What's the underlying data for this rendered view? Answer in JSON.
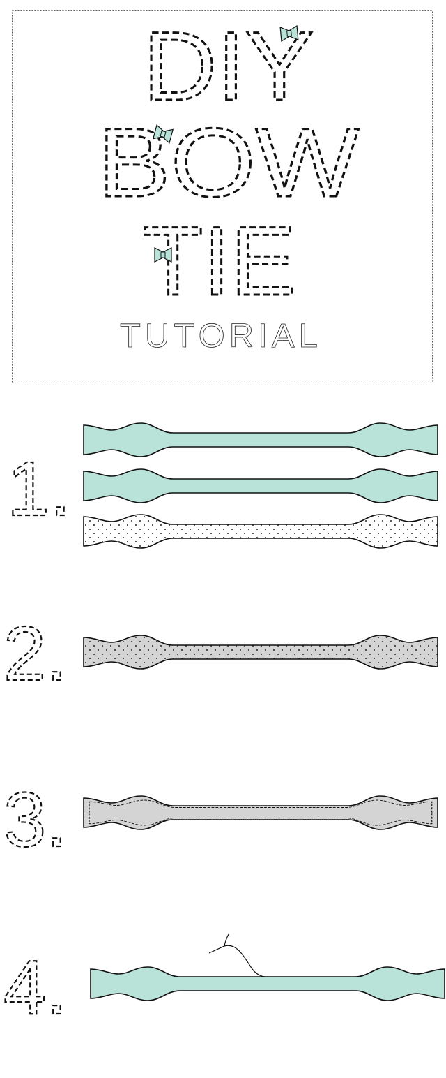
{
  "title": {
    "line1": "DIY",
    "line2": "BOW",
    "line3": "TIE",
    "subtitle": "TUTORIAL"
  },
  "steps": [
    {
      "label": "1."
    },
    {
      "label": "2."
    },
    {
      "label": "3."
    },
    {
      "label": "4."
    }
  ],
  "colors": {
    "mint": "#b9e2d8",
    "gray": "#d4d4d4",
    "outline": "#111111"
  }
}
